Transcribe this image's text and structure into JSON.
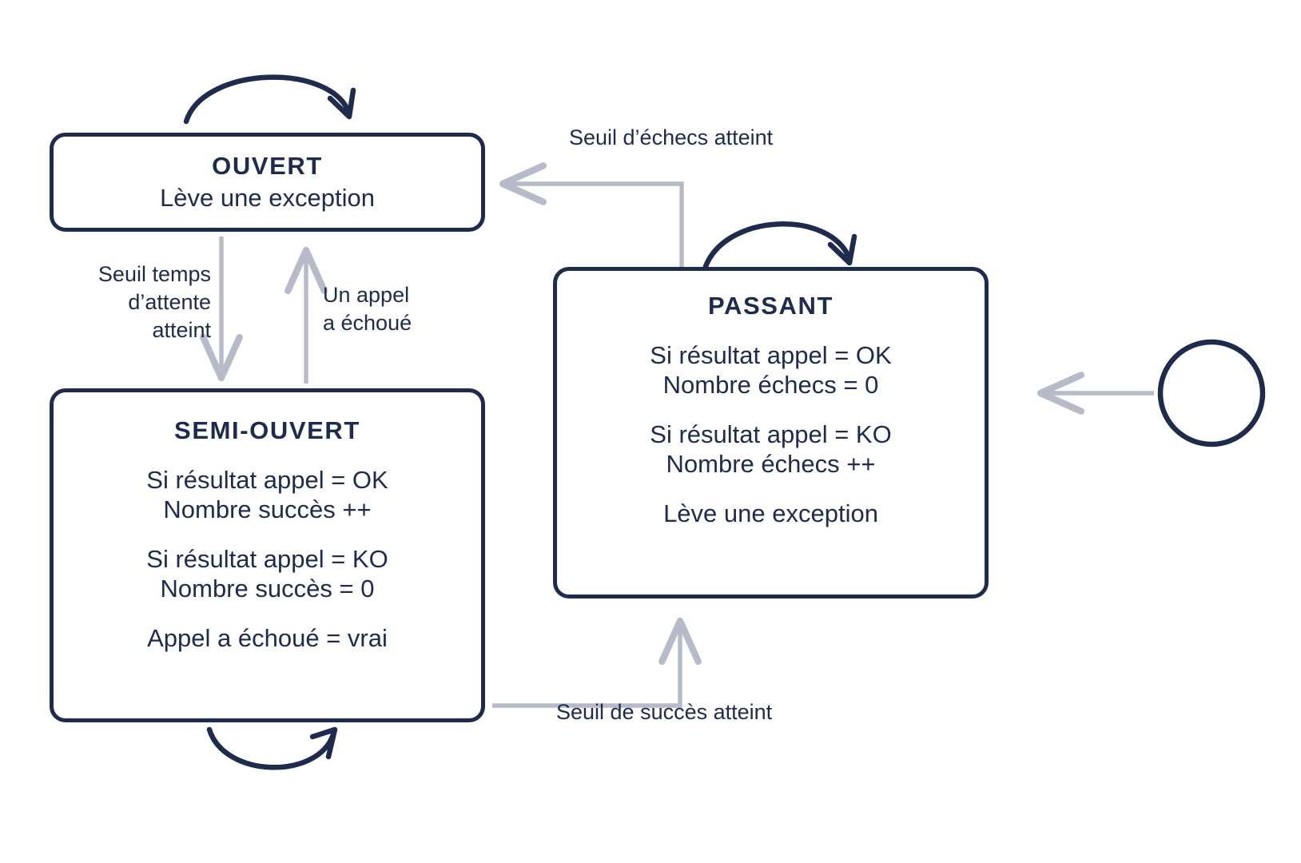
{
  "diagram": {
    "title": "Circuit breaker state machine",
    "colors": {
      "state_stroke": "#1f2b4d",
      "text": "#1f2b4d",
      "transition_arrow": "#b6bac9",
      "self_loop_arrow": "#1f2b4d",
      "background": "#ffffff"
    }
  },
  "states": [
    {
      "id": "ouvert",
      "title": "OUVERT",
      "groups": [
        {
          "lines": [
            "Lève une exception"
          ]
        }
      ]
    },
    {
      "id": "semi-ouvert",
      "title": "SEMI-OUVERT",
      "groups": [
        {
          "lines": [
            "Si résultat appel = OK",
            "Nombre succès ++"
          ]
        },
        {
          "lines": [
            "Si résultat appel = KO",
            "Nombre succès = 0"
          ]
        },
        {
          "lines": [
            "Appel a échoué = vrai"
          ]
        }
      ]
    },
    {
      "id": "passant",
      "title": "PASSANT",
      "groups": [
        {
          "lines": [
            "Si résultat appel = OK",
            "Nombre échecs = 0"
          ]
        },
        {
          "lines": [
            "Si résultat appel = KO",
            "Nombre échecs ++"
          ]
        },
        {
          "lines": [
            "Lève une exception"
          ]
        }
      ]
    }
  ],
  "transitions": [
    {
      "id": "passant-to-ouvert",
      "label": "Seuil d’échecs atteint",
      "from": "passant",
      "to": "ouvert"
    },
    {
      "id": "ouvert-to-semi",
      "label": "Seuil temps\nd’attente\natteint",
      "from": "ouvert",
      "to": "semi-ouvert"
    },
    {
      "id": "semi-to-ouvert",
      "label": "Un appel\na échoué",
      "from": "semi-ouvert",
      "to": "ouvert"
    },
    {
      "id": "semi-to-passant",
      "label": "Seuil de succès atteint",
      "from": "semi-ouvert",
      "to": "passant"
    }
  ],
  "initial_state_marker": {
    "id": "start-node",
    "shape": "circle",
    "target": "passant"
  },
  "self_loops": [
    {
      "id": "ouvert-self-loop",
      "state": "ouvert",
      "label": ""
    },
    {
      "id": "passant-self-loop",
      "state": "passant",
      "label": ""
    },
    {
      "id": "semi-ouvert-self-loop",
      "state": "semi-ouvert",
      "label": ""
    }
  ]
}
